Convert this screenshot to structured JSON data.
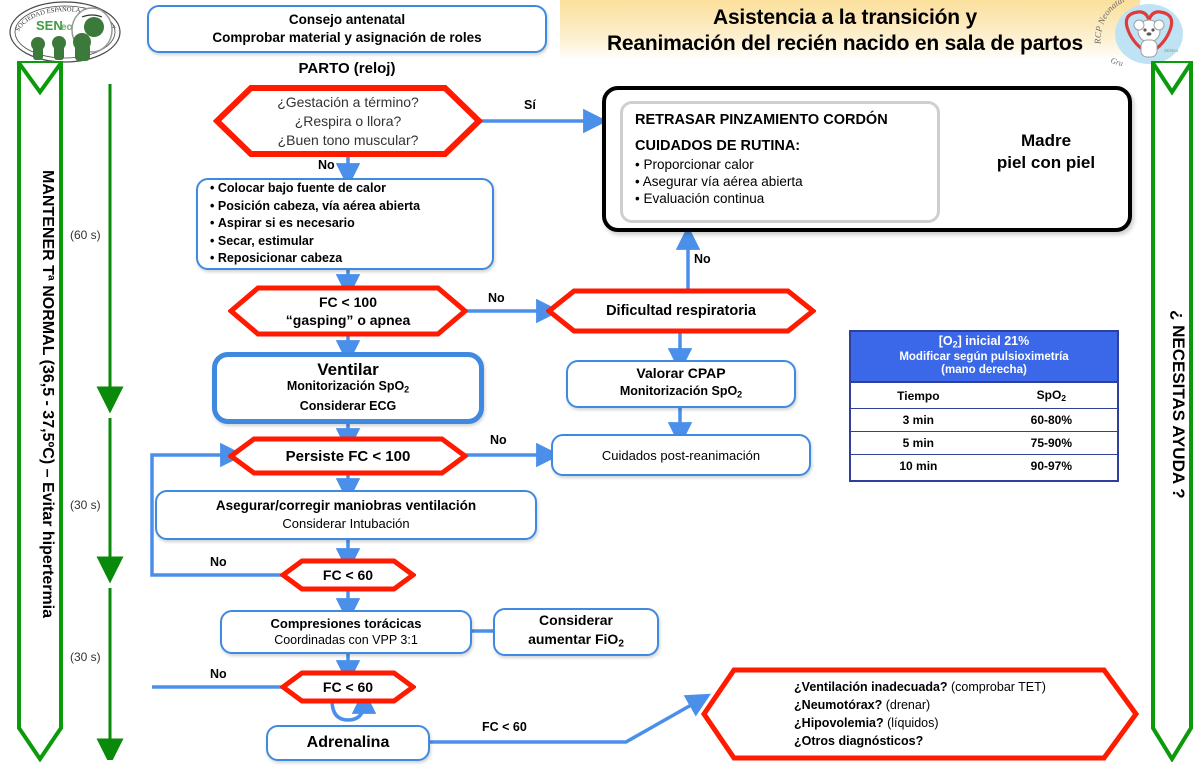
{
  "header": {
    "title_line1": "Asistencia a la transición y",
    "title_line2": "Reanimación del recién nacido en sala de partos"
  },
  "logos": {
    "left_name": "seneo-logo",
    "left_text": "SENeo",
    "left_ring_text": "SOCIEDAD ESPAÑOLA DE NEONATOLOGÍA",
    "right_name": "rcp-neonatal-logo",
    "right_text_top": "RCP Neonatal",
    "right_text_bottom": "Grupo"
  },
  "side_arrows": {
    "left": "MANTENER Tª NORMAL (36,5 - 37,5ºC) – Evitar hipertermia",
    "right": "¿ NECESITAS AYUDA ?"
  },
  "timing": [
    {
      "label": "(60 s)"
    },
    {
      "label": "(30 s)"
    },
    {
      "label": "(30 s)"
    }
  ],
  "nodes": {
    "antenatal": {
      "line1": "Consejo antenatal",
      "line2": "Comprobar material y asignación de roles"
    },
    "parto": "PARTO (reloj)",
    "initial_assessment": [
      "¿Gestación a término?",
      "¿Respira o llora?",
      "¿Buen tono muscular?"
    ],
    "routine_care": {
      "heading": "RETRASAR PINZAMIENTO CORDÓN",
      "subheading": "CUIDADOS DE RUTINA:",
      "items": [
        "Proporcionar calor",
        "Asegurar vía aérea abierta",
        "Evaluación continua"
      ],
      "madre_line1": "Madre",
      "madre_line2": "piel con piel"
    },
    "initial_steps": [
      "Colocar bajo fuente de calor",
      "Posición cabeza, vía aérea abierta",
      "Aspirar si es necesario",
      "Secar, estimular",
      "Reposicionar cabeza"
    ],
    "fc100_apnea": {
      "line1": "FC < 100",
      "line2": "“gasping” o apnea"
    },
    "dificultad": "Dificultad respiratoria",
    "cpap": {
      "line1": "Valorar CPAP",
      "line2_pre": "Monitorización SpO",
      "line2_sub": "2"
    },
    "ventilar": {
      "line1": "Ventilar",
      "line2_pre": "Monitorización SpO",
      "line2_sub": "2",
      "line3": "Considerar ECG"
    },
    "persiste_fc100": "Persiste FC < 100",
    "post_reanimacion": "Cuidados post-reanimación",
    "asegurar": {
      "line1": "Asegurar/corregir maniobras ventilación",
      "line2": "Considerar Intubación"
    },
    "fc60_a": "FC < 60",
    "compresiones": {
      "line1": "Compresiones torácicas",
      "line2": "Coordinadas con VPP 3:1"
    },
    "considerar_fio2": {
      "line1": "Considerar",
      "line2_pre": "aumentar FiO",
      "line2_sub": "2"
    },
    "fc60_b": "FC < 60",
    "adrenalina": "Adrenalina",
    "diagnosticos": [
      {
        "bold": "¿Ventilación inadecuada?",
        "rest": " (comprobar TET)"
      },
      {
        "bold": "¿Neumotórax?",
        "rest": " (drenar)"
      },
      {
        "bold": "¿Hipovolemia?",
        "rest": " (líquidos)"
      },
      {
        "bold": "¿Otros diagnósticos?",
        "rest": ""
      }
    ]
  },
  "edge_labels": {
    "si": "Sí",
    "no_1": "No",
    "no_2": "No",
    "no_3": "No",
    "no_4": "No",
    "no_5": "No",
    "no_6": "No",
    "fc60": "FC < 60"
  },
  "spo2_table": {
    "header_line1_pre": "[O",
    "header_line1_sub": "2",
    "header_line1_post": "] inicial 21%",
    "header_line2": "Modificar según pulsioximetría",
    "header_line3": "(mano derecha)",
    "columns": [
      "Tiempo",
      "SpO2"
    ],
    "col2_pre": "SpO",
    "col2_sub": "2",
    "rows": [
      {
        "tiempo": "3 min",
        "spo2": "60-80%"
      },
      {
        "tiempo": "5 min",
        "spo2": "75-90%"
      },
      {
        "tiempo": "10 min",
        "spo2": "90-97%"
      }
    ]
  },
  "colors": {
    "decision_red": "#FF1A00",
    "box_blue": "#3F8AE0",
    "arrow_blue": "#4A8FEA",
    "green": "#0A9A0A",
    "table_header_blue": "#3B68E8",
    "table_border": "#2F3F9E",
    "banner_amber": "#FBDF9C"
  }
}
